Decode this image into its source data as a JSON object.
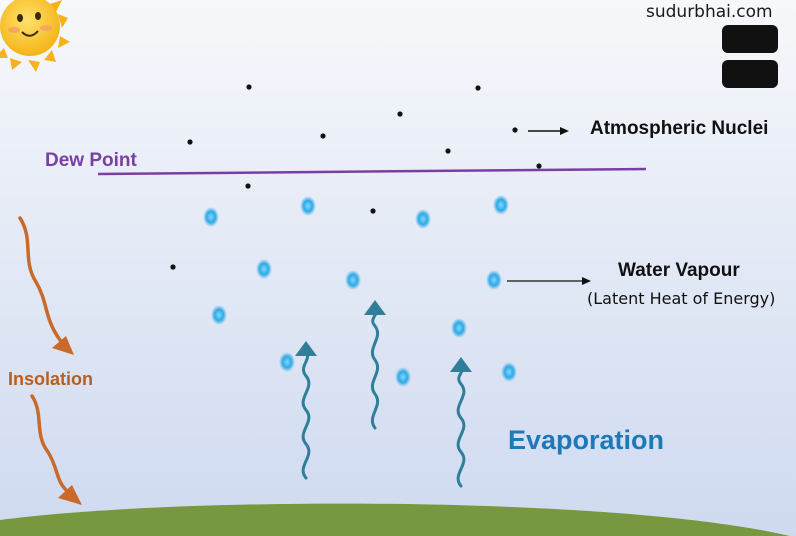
{
  "brand": "sudurbhai.com",
  "labels": {
    "dew_point": "Dew Point",
    "atmospheric_nuclei": "Atmospheric Nuclei",
    "water_vapour": "Water Vapour",
    "water_vapour_sub": "(Latent Heat of Energy)",
    "insolation": "Insolation",
    "evaporation": "Evaporation"
  },
  "colors": {
    "dew_line": "#7a3fa3",
    "insolation": "#c9692a",
    "evaporation_arrow": "#2f7f99",
    "vapour_drop": "#3fb6ea",
    "ground": "#77983f",
    "sun": "#f7c22a"
  },
  "icons": [
    "sun-icon",
    "menu-icon"
  ]
}
